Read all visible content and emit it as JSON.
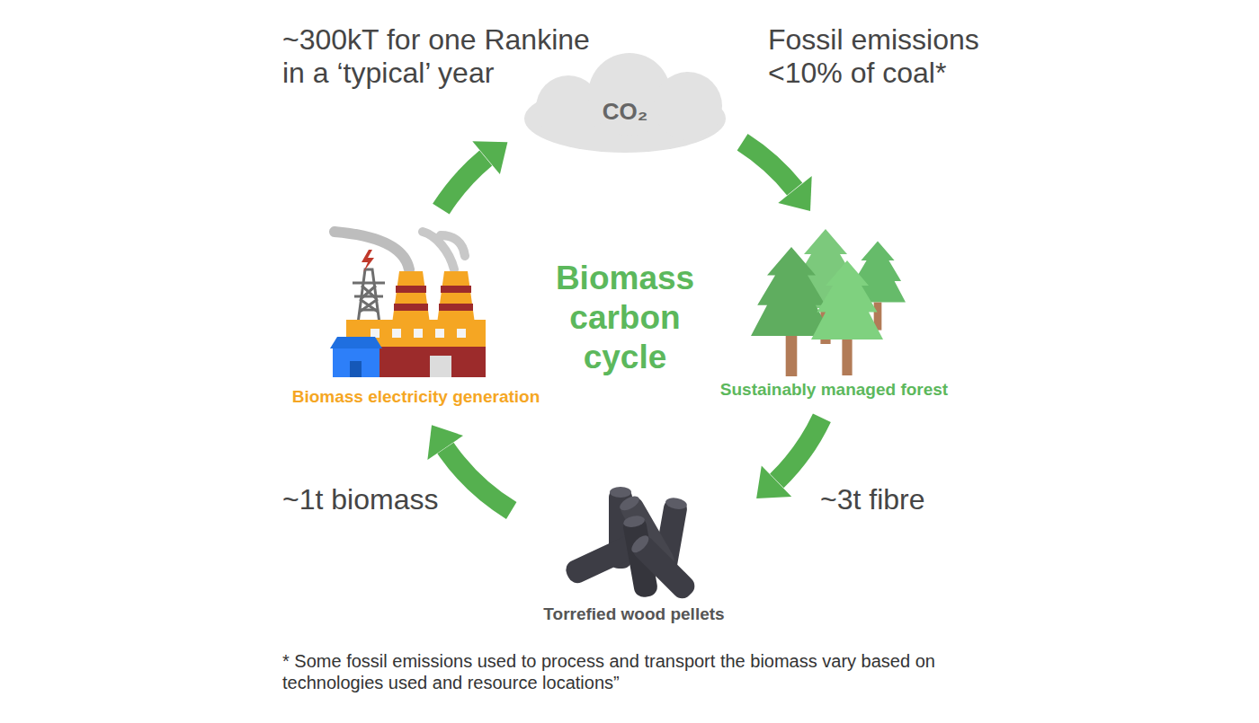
{
  "diagram": {
    "nodes": [
      {
        "text": [
          "CO₂"
        ]
      },
      {
        "text": [
          "Sustainably managed forest"
        ]
      },
      {
        "text": [
          "Torrefied wood pellets"
        ]
      },
      {
        "text": [
          "Biomass electricity generation"
        ]
      }
    ],
    "edges": [
      {
        "from": 3,
        "to": 0,
        "arrow": "to"
      },
      {
        "from": 0,
        "to": 1,
        "arrow": "to"
      },
      {
        "from": 1,
        "to": 2,
        "arrow": "to"
      },
      {
        "from": 2,
        "to": 3,
        "arrow": "to"
      }
    ],
    "labels": [
      "Biomass carbon cycle",
      "~300kT for one Rankine in a ‘typical’ year",
      "Fossil emissions <10% of coal*",
      "~1t biomass",
      "~3t fibre",
      "* Some fossil emissions used to process and transport the biomass vary based on technologies used and resource locations”"
    ]
  }
}
